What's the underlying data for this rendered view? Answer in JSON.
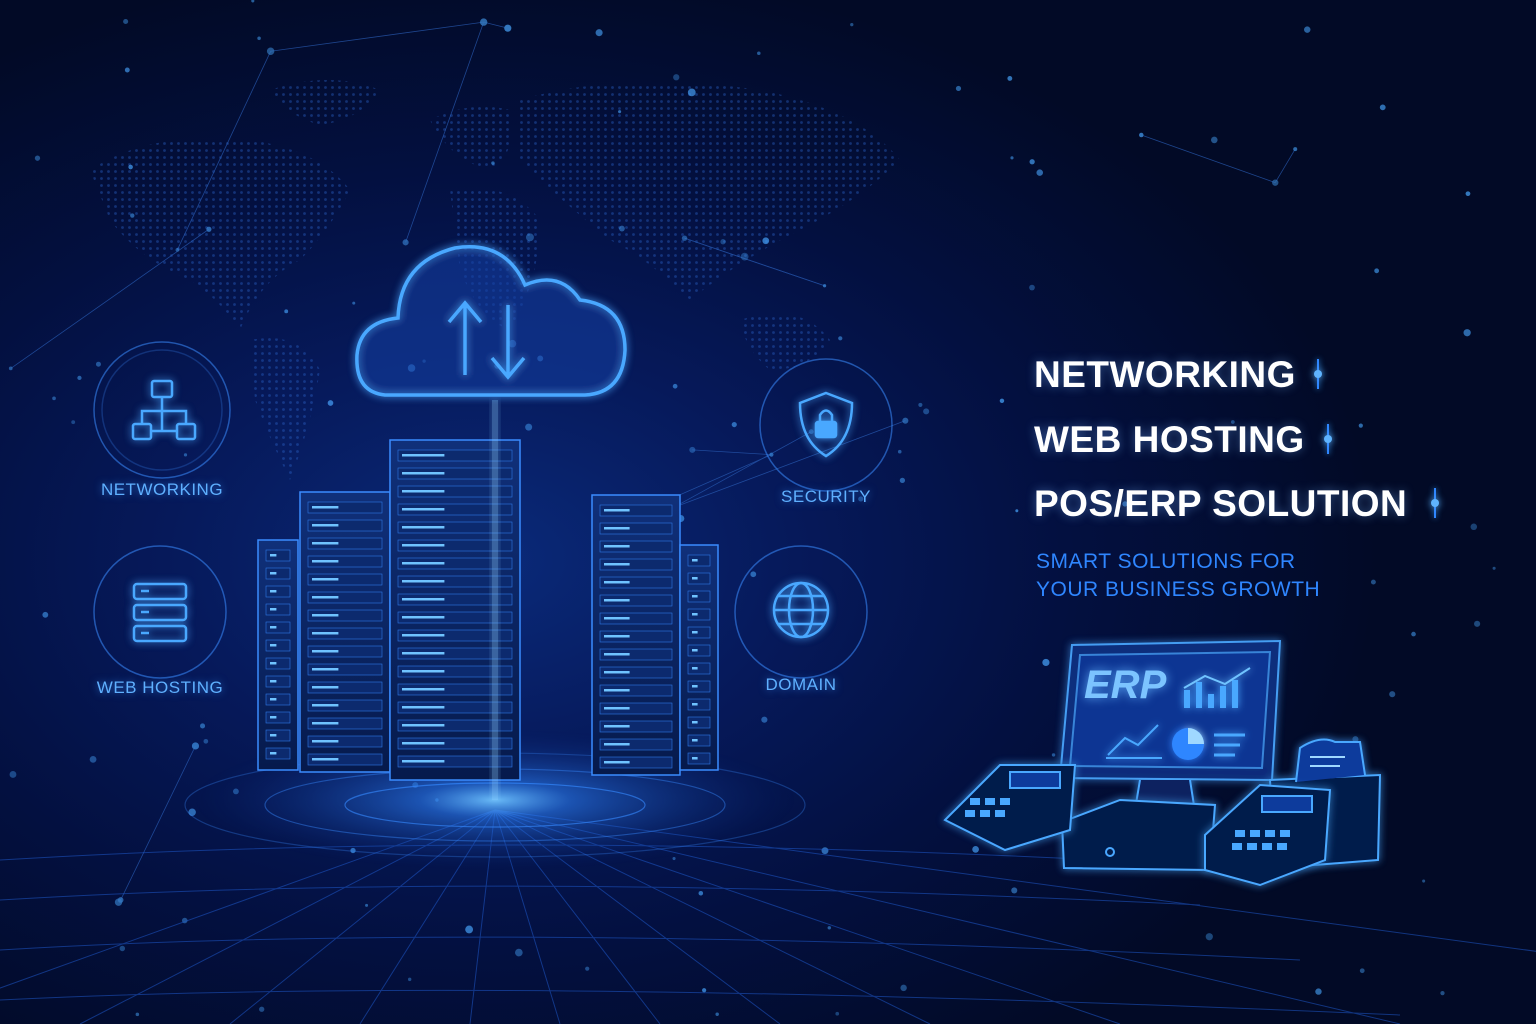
{
  "features": {
    "networking": "NETWORKING",
    "web_hosting": "WEB HOSTING",
    "security": "SECURITY",
    "domain": "DOMAIN"
  },
  "headlines": {
    "line1": "NETWORKING",
    "line2": "WEB HOSTING",
    "line3": "POS/ERP SOLUTION"
  },
  "tagline": {
    "line1": "SMART SOLUTIONS FOR",
    "line2": "YOUR BUSINESS GROWTH"
  },
  "erp_screen": {
    "label": "ERP"
  },
  "icons": [
    "cloud-sync-icon",
    "network-icon",
    "server-icon",
    "shield-lock-icon",
    "globe-icon",
    "server-rack-icon",
    "pos-terminal-icon",
    "receipt-printer-icon",
    "card-reader-icon",
    "cash-drawer-icon"
  ],
  "colors": {
    "background": "#020a24",
    "accent": "#2f86ff",
    "glow": "#5fb4ff",
    "headline": "#ffffff"
  }
}
